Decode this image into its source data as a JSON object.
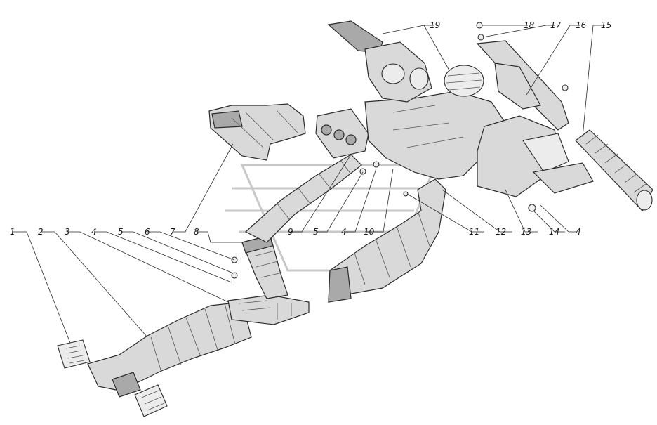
{
  "diagram": {
    "callouts": [
      {
        "id": "c1",
        "label": "1"
      },
      {
        "id": "c2",
        "label": "2"
      },
      {
        "id": "c3",
        "label": "3"
      },
      {
        "id": "c4a",
        "label": "4"
      },
      {
        "id": "c5a",
        "label": "5"
      },
      {
        "id": "c6",
        "label": "6"
      },
      {
        "id": "c7",
        "label": "7"
      },
      {
        "id": "c8",
        "label": "8"
      },
      {
        "id": "c9",
        "label": "9"
      },
      {
        "id": "c5b",
        "label": "5"
      },
      {
        "id": "c4b",
        "label": "4"
      },
      {
        "id": "c10",
        "label": "10"
      },
      {
        "id": "c11",
        "label": "11"
      },
      {
        "id": "c12",
        "label": "12"
      },
      {
        "id": "c13",
        "label": "13"
      },
      {
        "id": "c14",
        "label": "14"
      },
      {
        "id": "c4c",
        "label": "4"
      },
      {
        "id": "c15",
        "label": "15"
      },
      {
        "id": "c16",
        "label": "16"
      },
      {
        "id": "c17",
        "label": "17"
      },
      {
        "id": "c18",
        "label": "18"
      },
      {
        "id": "c19",
        "label": "19"
      }
    ]
  },
  "colors": {
    "line": "#2b2b2b",
    "fill": "#d9d9d9",
    "watermark": "#c8c8c8"
  }
}
